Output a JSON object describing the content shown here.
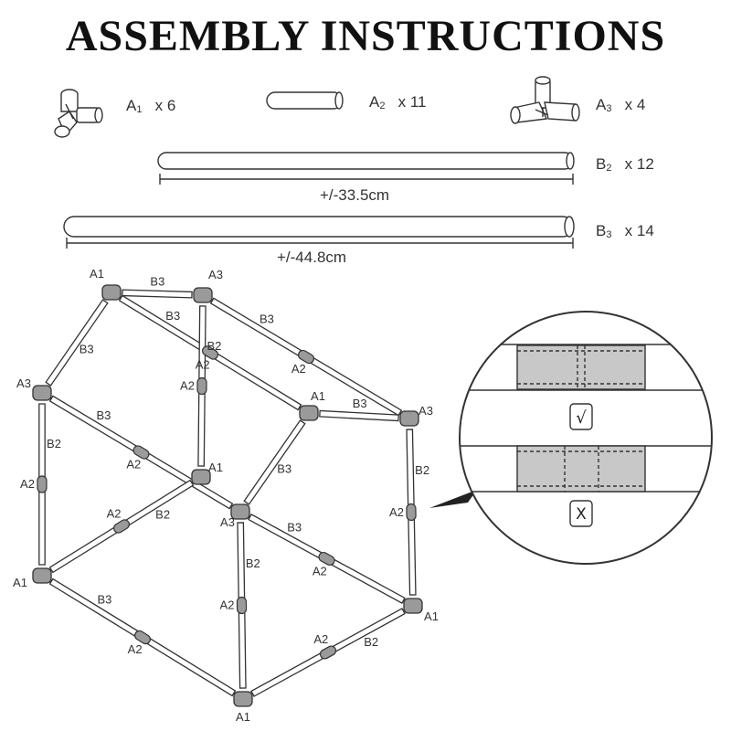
{
  "title": "ASSEMBLY INSTRUCTIONS",
  "parts": {
    "a1": {
      "code": "A",
      "sub": "1",
      "qty": "x 6"
    },
    "a2": {
      "code": "A",
      "sub": "2",
      "qty": "x 11"
    },
    "a3": {
      "code": "A",
      "sub": "3",
      "qty": "x 4"
    },
    "b2": {
      "code": "B",
      "sub": "2",
      "qty": "x 12",
      "length": "+/-33.5cm"
    },
    "b3": {
      "code": "B",
      "sub": "3",
      "qty": "x 14",
      "length": "+/-44.8cm"
    }
  },
  "frame_labels": {
    "a1": "A1",
    "a2": "A2",
    "a3": "A3",
    "b2": "B2",
    "b3": "B3"
  },
  "detail": {
    "correct_mark": "√",
    "wrong_mark": "X"
  },
  "colors": {
    "connector_fill": "#9a9a9a",
    "tube_fill": "#ffffff",
    "stroke": "#333333",
    "detail_fill": "#c8c8c8"
  }
}
